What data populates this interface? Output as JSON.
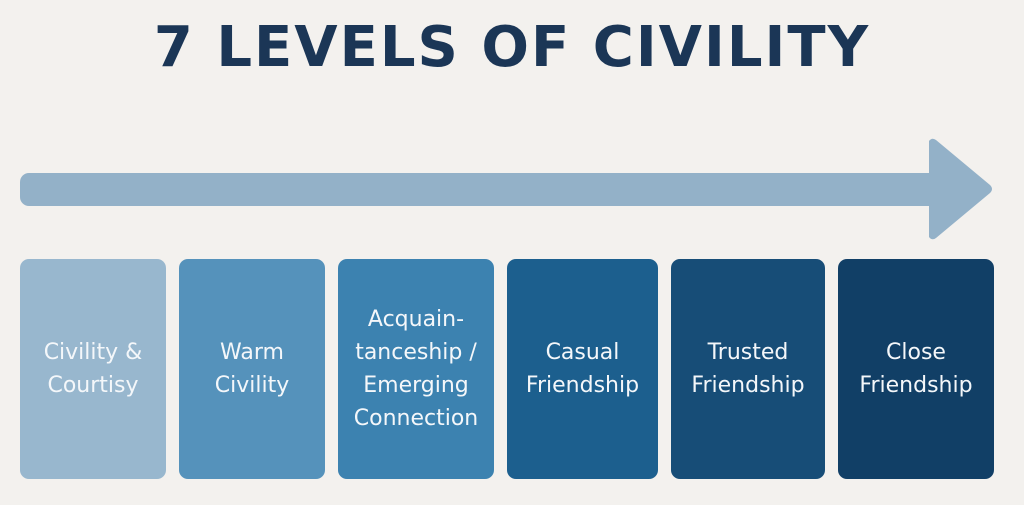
{
  "title": "7 LEVELS OF CIVILITY",
  "colors": {
    "background": "#f3f1ee",
    "title": "#1b3656",
    "arrow": "#93b1c8",
    "card_text": "#f4f7fa"
  },
  "arrow_icon": "right-arrow-icon",
  "levels": [
    {
      "label": "Civility &\nCourtisy",
      "color": "#98b7ce"
    },
    {
      "label": "Warm\nCivility",
      "color": "#5592bb"
    },
    {
      "label": "Acquain-\ntanceship /\nEmerging\nConnection",
      "color": "#3c82b0"
    },
    {
      "label": "Casual\nFriendship",
      "color": "#1c5f8e"
    },
    {
      "label": "Trusted\nFriendship",
      "color": "#174d77"
    },
    {
      "label": "Close\nFriendship",
      "color": "#113f66"
    }
  ]
}
